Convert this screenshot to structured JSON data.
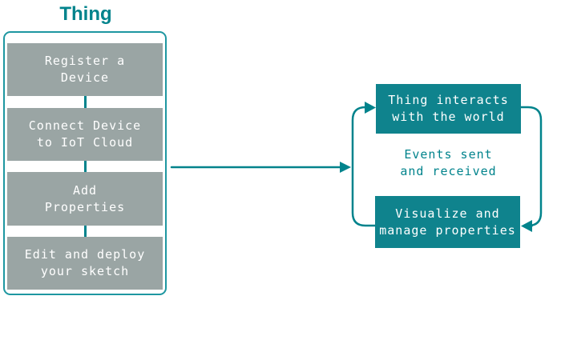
{
  "title": "Thing",
  "colors": {
    "teal_accent": "#00838C",
    "teal_box_fill": "#0F838D",
    "container_border": "#1E97A1",
    "step_gray": "#9AA5A4",
    "background": "#FFFFFF",
    "step_text": "#FFFFFF"
  },
  "flow": {
    "steps": [
      {
        "line1": "Register a",
        "line2": "Device"
      },
      {
        "line1": "Connect Device",
        "line2": "to IoT Cloud"
      },
      {
        "line1": "Add",
        "line2": "Properties"
      },
      {
        "line1": "Edit and deploy",
        "line2": "your sketch"
      }
    ]
  },
  "cycle": {
    "top_box": {
      "line1": "Thing interacts",
      "line2": "with the world"
    },
    "middle_text": {
      "line1": "Events sent",
      "line2": "and received"
    },
    "bottom_box": {
      "line1": "Visualize and",
      "line2": "manage properties"
    }
  }
}
